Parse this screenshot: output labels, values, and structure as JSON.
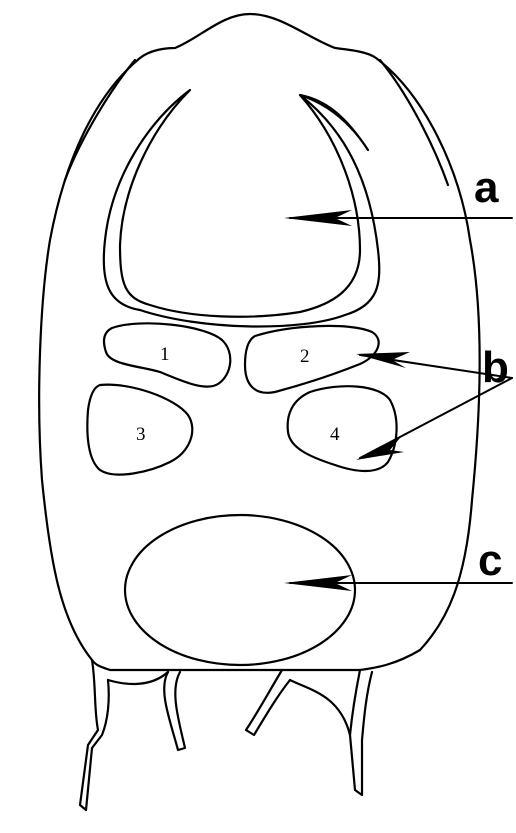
{
  "labels": {
    "a": "a",
    "b": "b",
    "c": "c"
  },
  "regions": {
    "r1": "1",
    "r2": "2",
    "r3": "3",
    "r4": "4"
  },
  "colors": {
    "stroke": "#000000",
    "background": "#ffffff"
  }
}
